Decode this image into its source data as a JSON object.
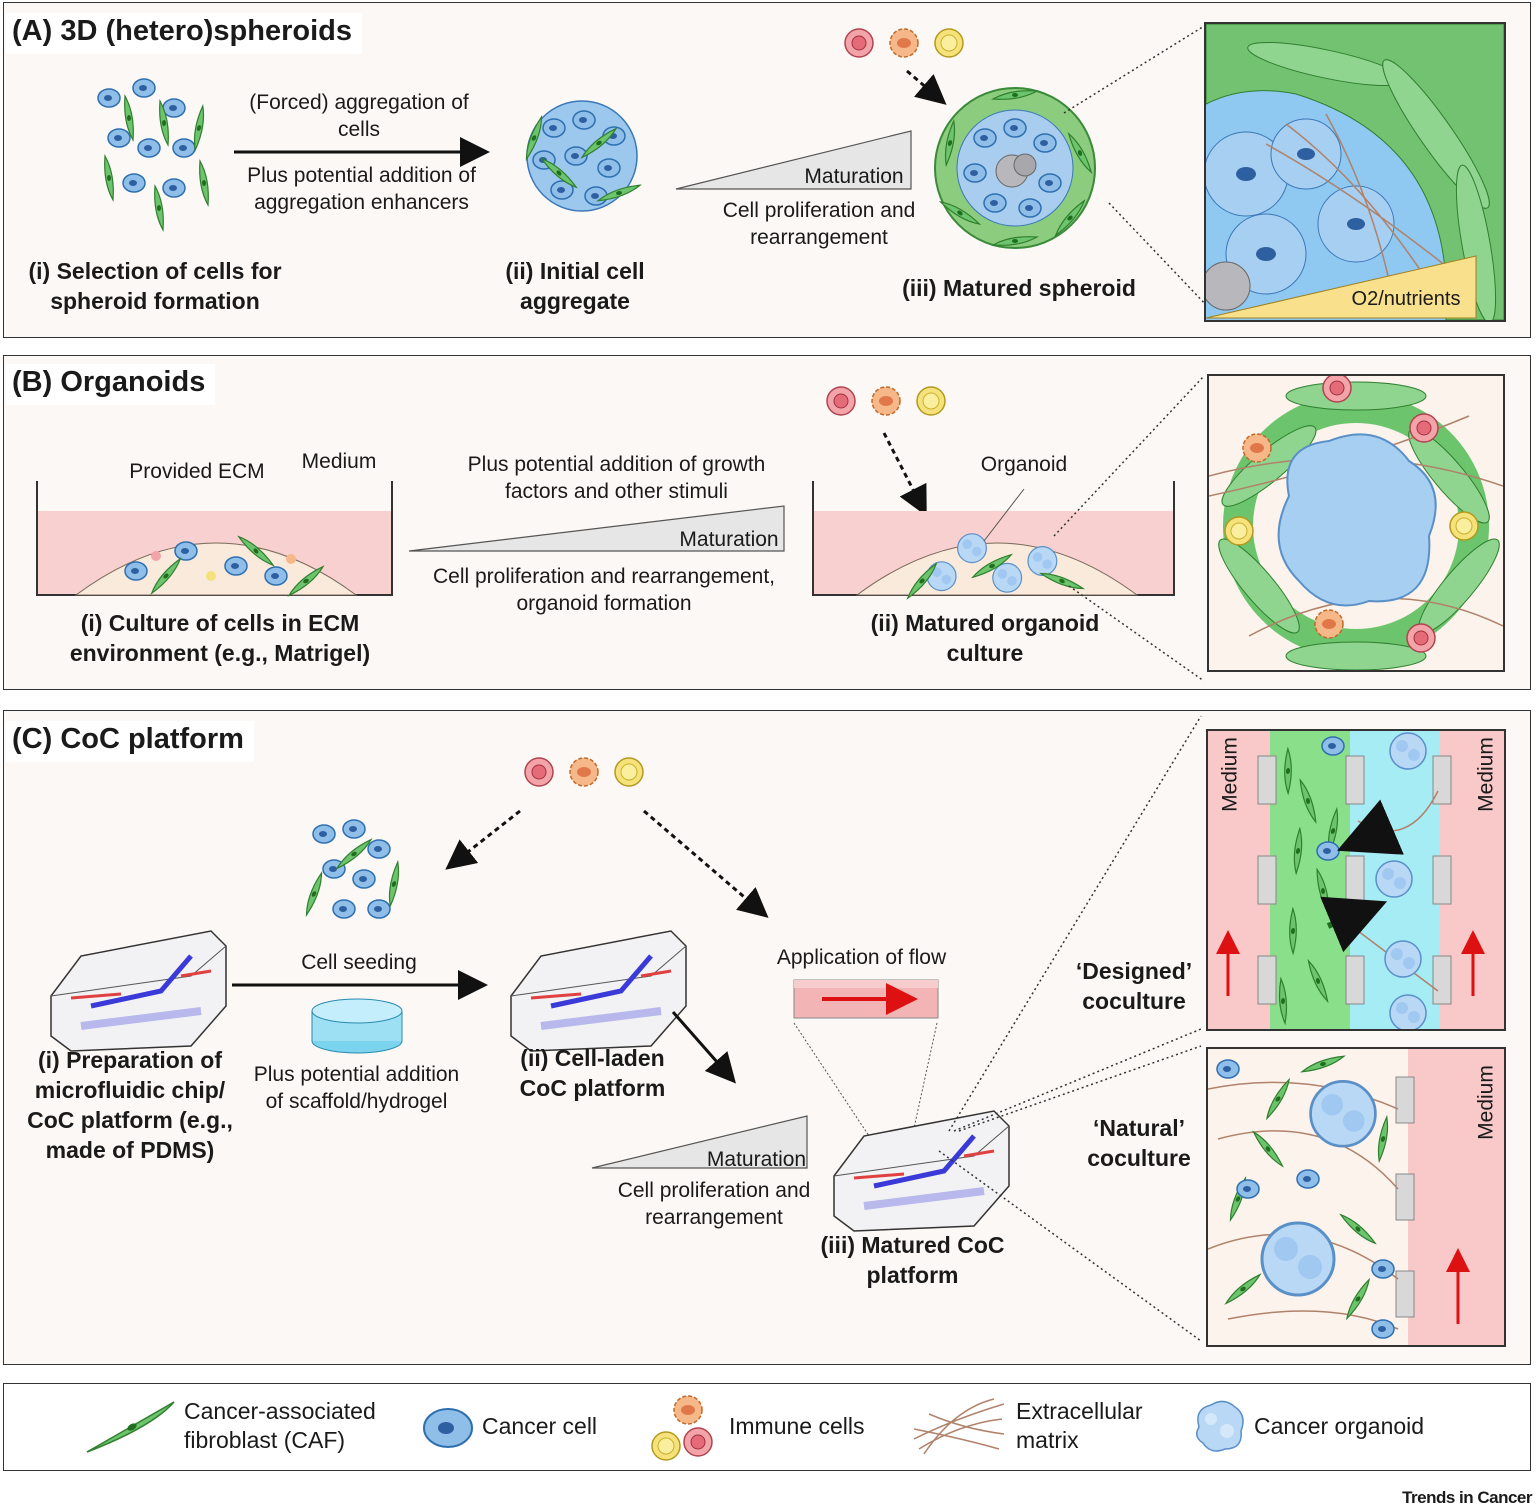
{
  "panelA": {
    "title": "(A) 3D (hetero)spheroids",
    "arrow_top": "(Forced) aggregation of cells",
    "arrow_bottom": "Plus potential addition of aggregation enhancers",
    "step1": "(i) Selection of cells for spheroid formation",
    "step2": "(ii) Initial cell aggregate",
    "maturation": "Maturation",
    "maturation_sub": "Cell proliferation and rearrangement",
    "step3": "(iii) Matured spheroid",
    "gradient_label": "O2/nutrients"
  },
  "panelB": {
    "title": "(B) Organoids",
    "ecm_label": "Provided ECM",
    "medium_label": "Medium",
    "top_text": "Plus potential addition of growth factors and other stimuli",
    "maturation": "Maturation",
    "bottom_text": "Cell proliferation and rearrangement, organoid formation",
    "organoid_label": "Organoid",
    "step1": "(i) Culture of cells in ECM environment (e.g., Matrigel)",
    "step2": "(ii) Matured organoid culture"
  },
  "panelC": {
    "title": "(C) CoC platform",
    "seeding": "Cell seeding",
    "scaffold": "Plus potential addition of scaffold/hydrogel",
    "step1": "(i) Preparation of microfluidic chip/ CoC platform (e.g., made of PDMS)",
    "step2": "(ii) Cell-laden CoC platform",
    "flow": "Application of flow",
    "maturation": "Maturation",
    "maturation_sub": "Cell proliferation and rearrangement",
    "step3": "(iii) Matured CoC platform",
    "designed": "‘Designed’ coculture",
    "natural": "‘Natural’ coculture",
    "medium": "Medium"
  },
  "legend": [
    {
      "icon": "caf-icon",
      "label": "Cancer-associated fibroblast (CAF)"
    },
    {
      "icon": "cancer-cell-icon",
      "label": "Cancer cell"
    },
    {
      "icon": "immune-cells-icon",
      "label": "Immune cells"
    },
    {
      "icon": "ecm-icon",
      "label": "Extracellular matrix"
    },
    {
      "icon": "cancer-organoid-icon",
      "label": "Cancer organoid"
    }
  ],
  "credit": "Trends in Cancer",
  "colors": {
    "caf": "#5cb85c",
    "cancer": "#8fbfe8",
    "immune_red": "#e88a90",
    "immune_orange": "#f0a070",
    "immune_yellow": "#f0d860",
    "ecm": "#b0826a",
    "medium": "#f9c8c8"
  }
}
